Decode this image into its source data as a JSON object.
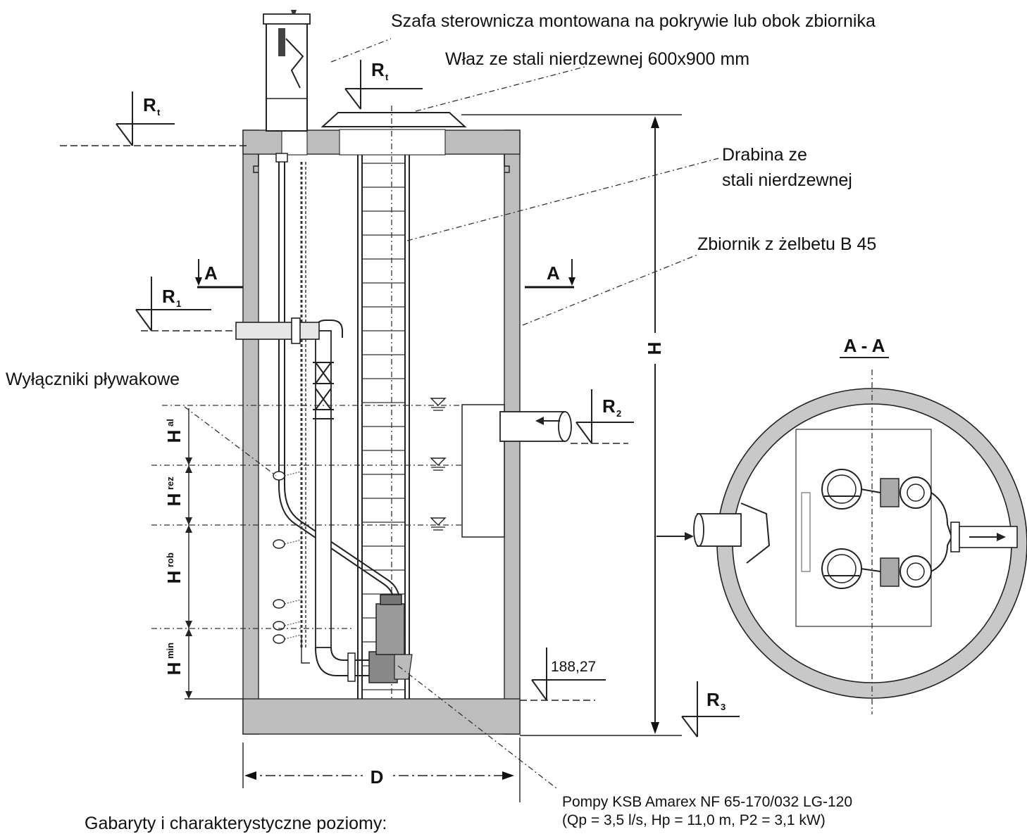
{
  "labels": {
    "cabinet": "Szafa sterownicza montowana na pokrywie lub obok zbiornika",
    "hatch": "Właz  ze stali nierdzewnej 600x900 mm",
    "ladder_line1": "Drabina ze",
    "ladder_line2": "stali nierdzewnej",
    "tank": "Zbiornik z żelbetu B 45",
    "float_switches": "Wyłączniki pływakowe",
    "pumps_line1": "Pompy KSB Amarex NF 65-170/032 LG-120",
    "pumps_line2": "(Qp  = 3,5 l/s, Hp = 11,0 m, P2 = 3,1 kW)",
    "footer": "Gabaryty i charakterystyczne poziomy:"
  },
  "dimensions": {
    "height": "H",
    "diameter": "D",
    "elevation": "188,27"
  },
  "levels": {
    "h_main": "H",
    "h_al_sub": "al",
    "h_rez_sub": "rez",
    "h_rob_sub": "rob",
    "h_min_sub": "min"
  },
  "markers": {
    "rt": "R",
    "rt_sub": "t",
    "r1": "R",
    "r1_sub": "1",
    "r2": "R",
    "r2_sub": "2",
    "r3": "R",
    "r3_sub": "3"
  },
  "section": {
    "arrow_label": "A",
    "title": "A - A"
  }
}
